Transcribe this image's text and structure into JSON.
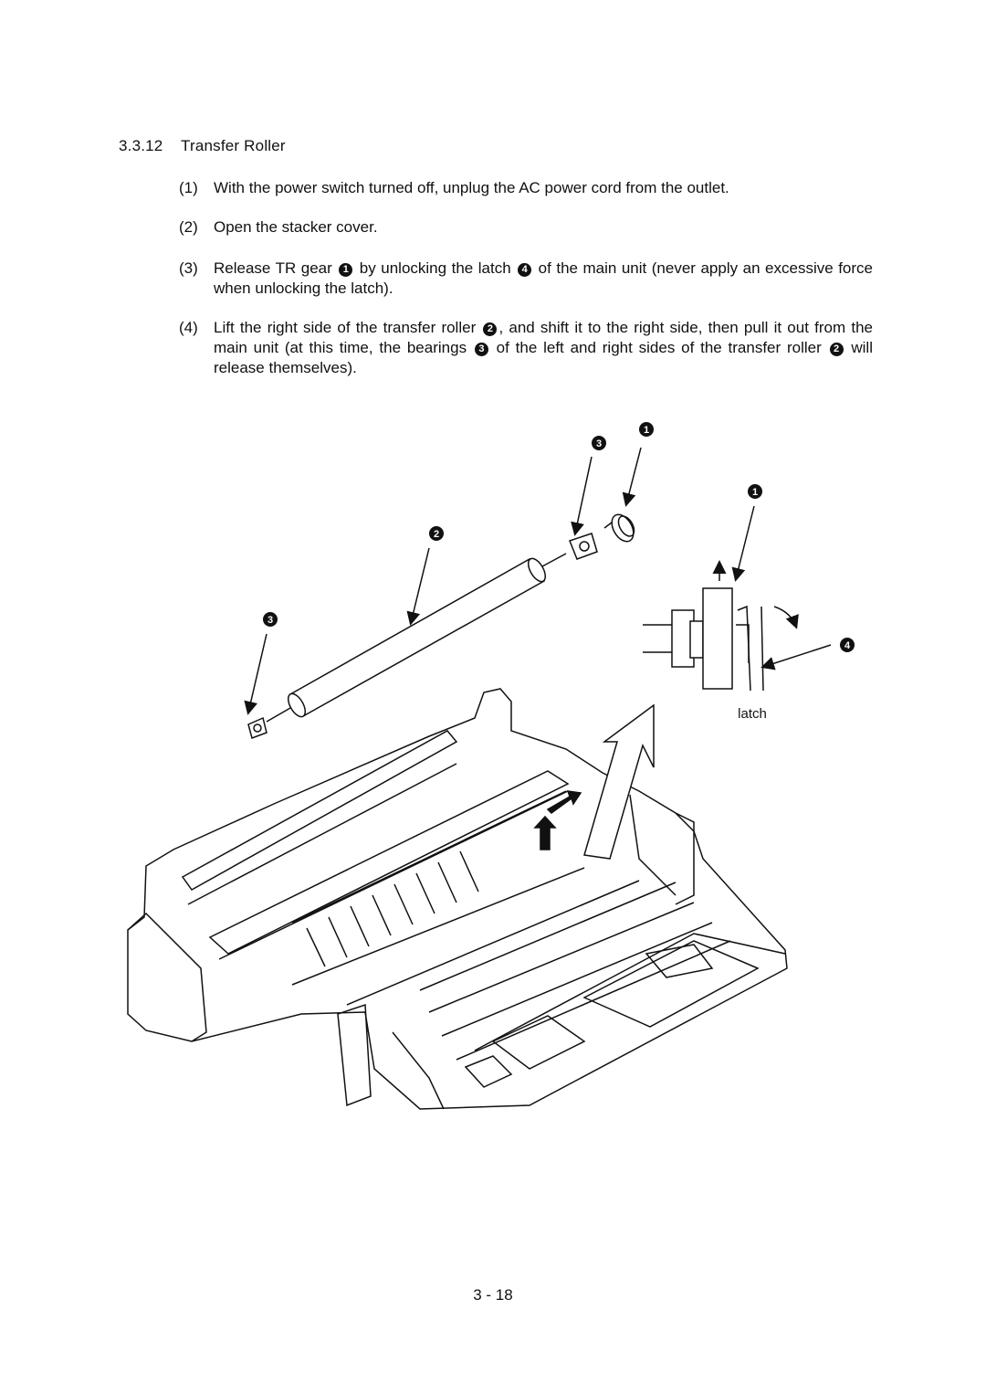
{
  "section": {
    "number": "3.3.12",
    "title": "Transfer Roller"
  },
  "steps": [
    {
      "n": "(1)",
      "text": "With the power switch turned off, unplug the AC power cord from the outlet."
    },
    {
      "n": "(2)",
      "text": "Open the stacker cover."
    },
    {
      "n": "(3)",
      "parts": [
        "Release TR gear ",
        " by unlocking the latch ",
        " of the main unit (never apply an excessive force when unlocking the latch)."
      ],
      "refs": [
        "1",
        "4"
      ]
    },
    {
      "n": "(4)",
      "parts": [
        "Lift the right side of the transfer roller ",
        ", and shift it to the right side, then pull it out from the main unit (at this time, the bearings ",
        " of the left and right sides of the transfer roller ",
        " will release themselves)."
      ],
      "refs": [
        "2",
        "3",
        "2"
      ]
    }
  ],
  "figure": {
    "callouts": {
      "c1a": "1",
      "c1b": "1",
      "c2": "2",
      "c3a": "3",
      "c3b": "3",
      "c4": "4"
    },
    "latch_label": "latch"
  },
  "page_number": "3 - 18"
}
